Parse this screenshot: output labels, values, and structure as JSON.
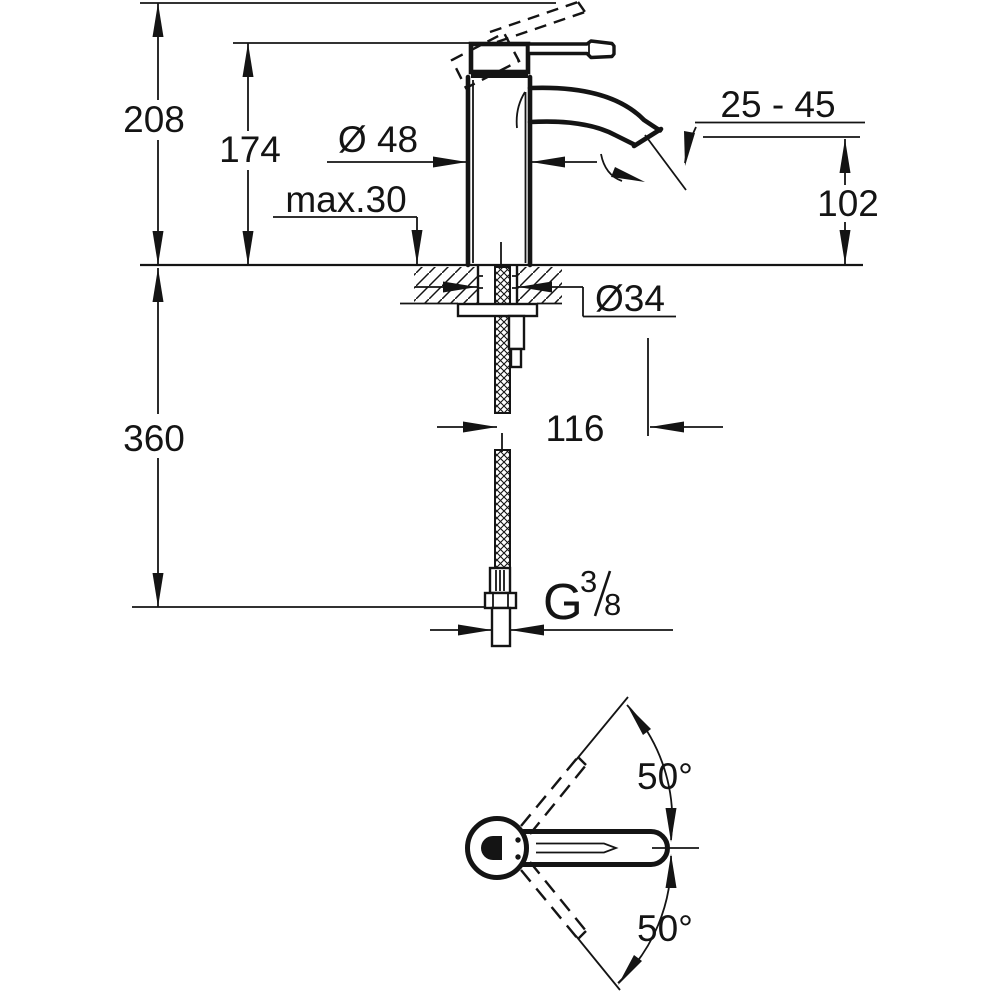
{
  "page": {
    "background": "#ffffff",
    "line_color": "#141414",
    "description_name": "faucet-dimension-drawing"
  },
  "side_view": {
    "total_height": "208",
    "body_height": "174",
    "body_diameter": "Ø 48",
    "max_deck_thickness": "max.30",
    "spout_angle_range": "25 - 45",
    "spout_outlet_height": "102",
    "mounting_hole_diameter": "Ø34",
    "hose_length": "360",
    "spout_reach": "116",
    "connection_thread": {
      "prefix": "G",
      "numerator": "3",
      "denominator": "8"
    }
  },
  "top_view": {
    "handle_swivel_upper": "50°",
    "handle_swivel_lower": "50°"
  }
}
